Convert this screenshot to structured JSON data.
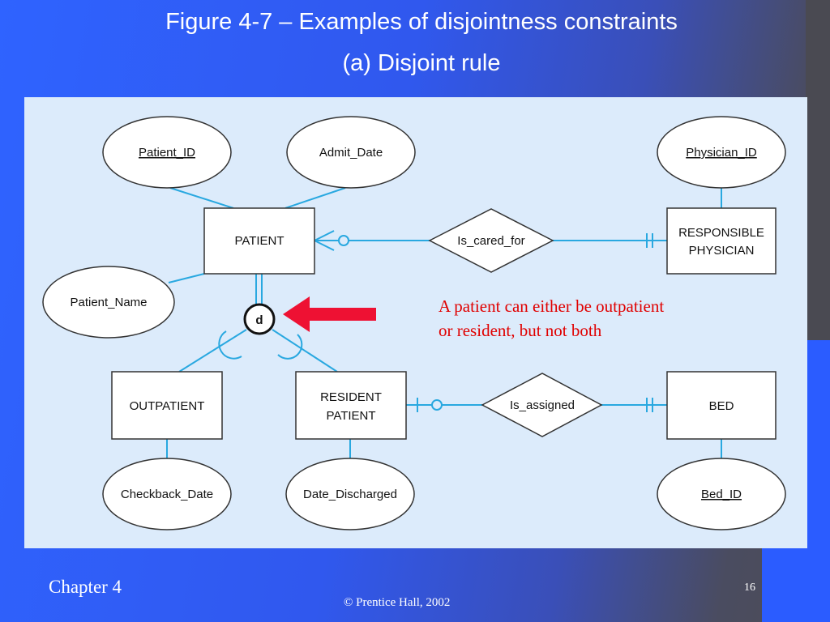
{
  "slide": {
    "title": "Figure 4-7 – Examples of disjointness constraints",
    "subtitle": "(a) Disjoint rule",
    "footer_chapter": "Chapter 4",
    "footer_copyright": "© Prentice Hall, 2002",
    "page_number": "16"
  },
  "diagram": {
    "entities": {
      "patient": "PATIENT",
      "responsible_physician": [
        "RESPONSIBLE",
        "PHYSICIAN"
      ],
      "outpatient": "OUTPATIENT",
      "resident_patient": [
        "RESIDENT",
        "PATIENT"
      ],
      "bed": "BED"
    },
    "attributes": {
      "patient_id": "Patient_ID",
      "admit_date": "Admit_Date",
      "patient_name": "Patient_Name",
      "physician_id": "Physician_ID",
      "checkback_date": "Checkback_Date",
      "date_discharged": "Date_Discharged",
      "bed_id": "Bed_ID"
    },
    "relationships": {
      "is_cared_for": "Is_cared_for",
      "is_assigned": "Is_assigned"
    },
    "constraint_symbol": "d"
  },
  "annotation": {
    "line1": "A patient can either be outpatient",
    "line2": "or resident, but not both"
  },
  "colors": {
    "background_blue": "#2f63ff",
    "panel": "#dcebfb",
    "connector": "#29a8e0",
    "arrow": "#ee1133",
    "annotation_text": "#e00000"
  }
}
